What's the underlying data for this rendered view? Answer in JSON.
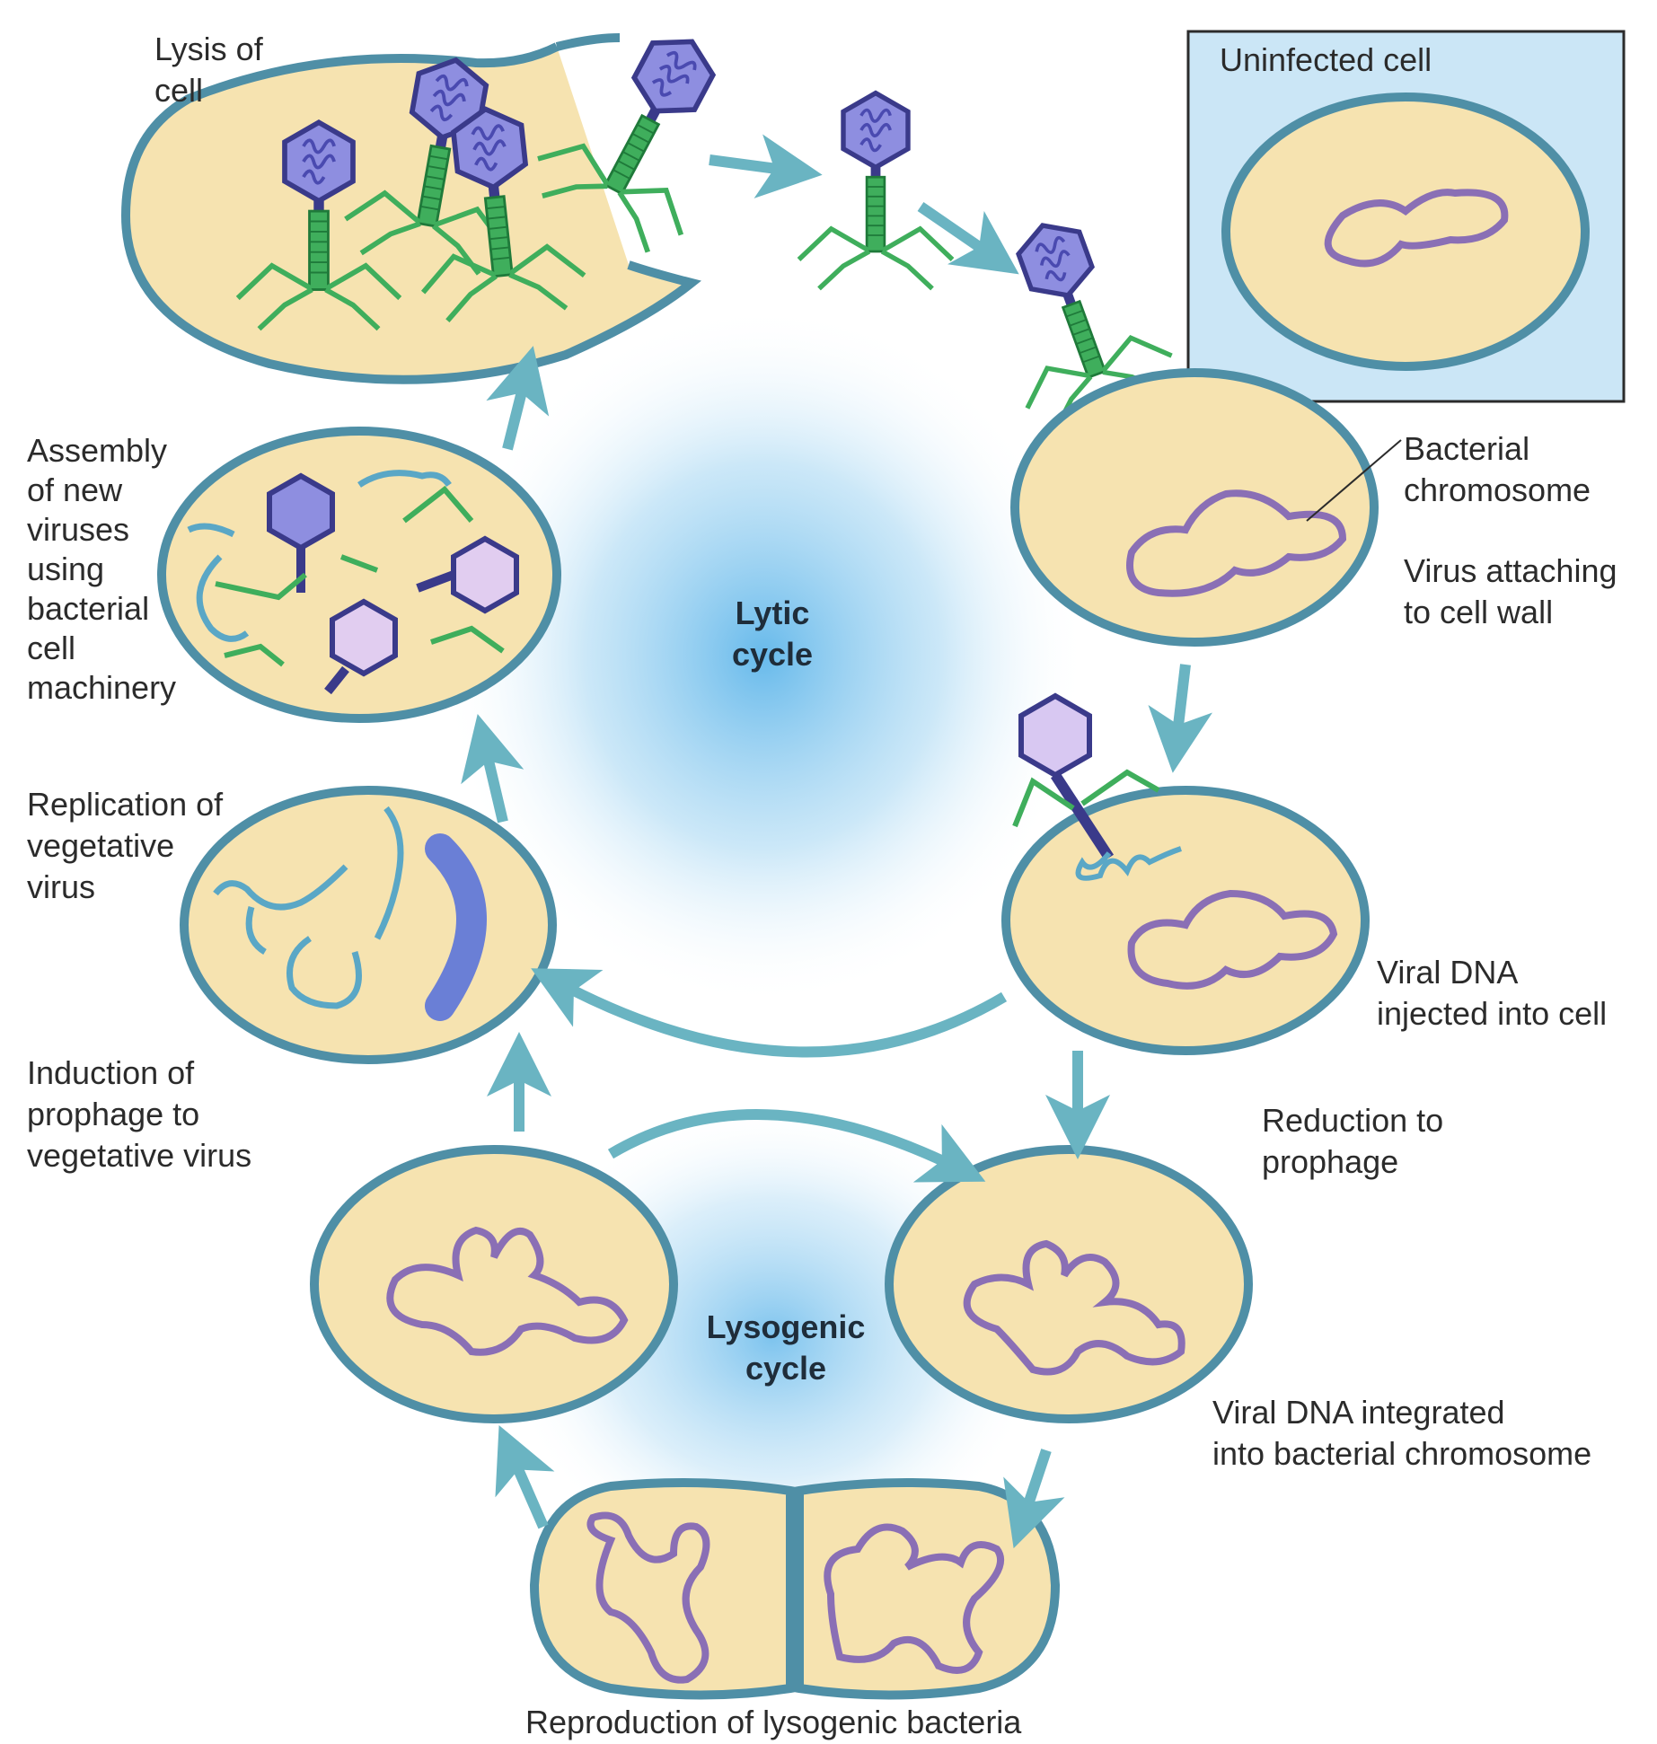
{
  "labels": {
    "lysis": "Lysis of\ncell",
    "uninfected": "Uninfected cell",
    "bacterial_chromosome": "Bacterial\nchromosome",
    "virus_attaching": "Virus attaching\nto cell wall",
    "assembly": "Assembly\nof new\nviruses\nusing\nbacterial\ncell\nmachinery",
    "replication": "Replication of\nvegetative\nvirus",
    "viral_dna_injected": "Viral DNA\ninjected into cell",
    "induction": "Induction of\nprophage to\nvegetative virus",
    "reduction": "Reduction to\nprophage",
    "viral_dna_integrated": "Viral DNA integrated\ninto bacterial chromosome",
    "reproduction": "Reproduction of lysogenic bacteria"
  },
  "cycles": {
    "lytic": "Lytic\ncycle",
    "lysogenic": "Lysogenic\ncycle"
  },
  "colors": {
    "cell_fill": "#f6e3b0",
    "cell_outline": "#4f8fa6",
    "phage_head": "#8e8ee0",
    "phage_tail": "#3fae5c",
    "viral_dna": "#5aa7c6",
    "chromosome": "#8a6fb5",
    "arrow": "#6ab4c2",
    "cycle_glow": "#5fb6ea"
  }
}
